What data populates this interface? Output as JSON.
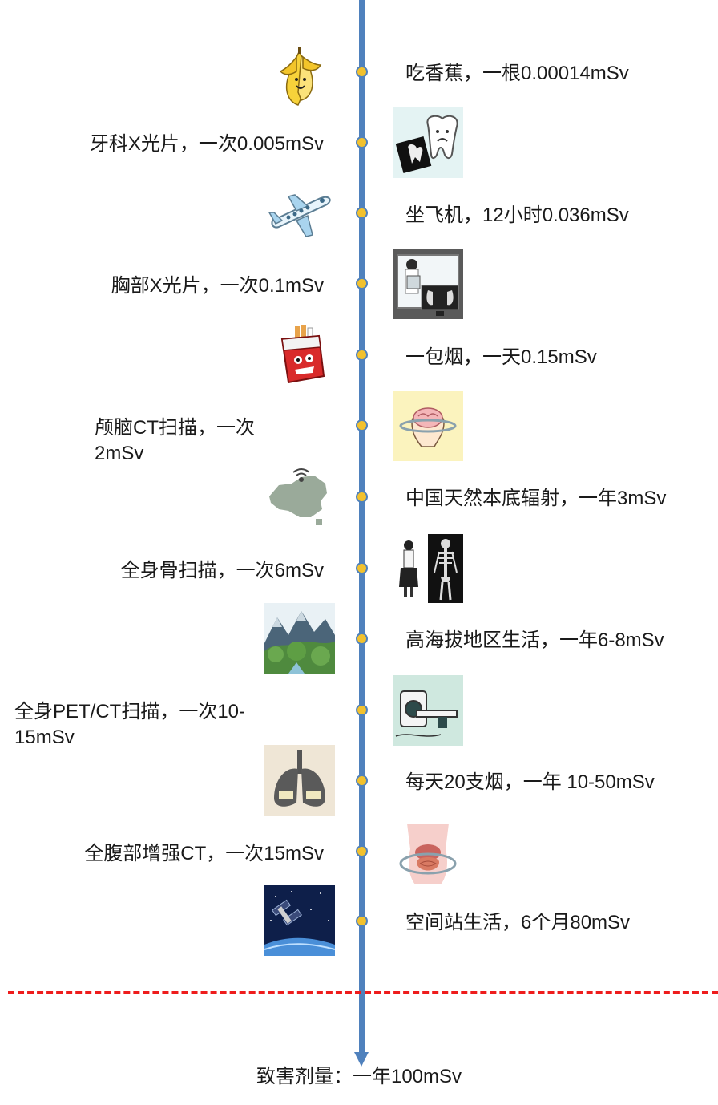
{
  "timeline": {
    "items": [
      {
        "label": "吃香蕉，一根0.00014mSv",
        "icon": "banana-icon"
      },
      {
        "label": "牙科X光片，一次0.005mSv",
        "icon": "tooth-xray-icon"
      },
      {
        "label": "坐飞机，12小时0.036mSv",
        "icon": "airplane-icon"
      },
      {
        "label": "胸部X光片，一次0.1mSv",
        "icon": "chest-xray-icon"
      },
      {
        "label": "一包烟，一天0.15mSv",
        "icon": "cigarette-pack-icon"
      },
      {
        "label": "颅脑CT扫描，一次2mSv",
        "icon": "brain-scan-icon"
      },
      {
        "label": "中国天然本底辐射，一年3mSv",
        "icon": "china-map-icon"
      },
      {
        "label": "全身骨扫描，一次6mSv",
        "icon": "skeleton-icon"
      },
      {
        "label": "高海拔地区生活，一年6-8mSv",
        "icon": "mountain-icon"
      },
      {
        "label": "全身PET/CT扫描，一次10-15mSv",
        "icon": "ct-scanner-icon"
      },
      {
        "label": "每天20支烟，一年 10-50mSv",
        "icon": "lungs-icon"
      },
      {
        "label": "全腹部增强CT，一次15mSv",
        "icon": "abdomen-icon"
      },
      {
        "label": "空间站生活，6个月80mSv",
        "icon": "space-station-icon"
      }
    ]
  },
  "footer": {
    "lethal_dose": "致害剂量：一年100mSv"
  },
  "colors": {
    "axis": "#4f81bd",
    "dot": "#f2c12e",
    "threshold_line": "#ee1c1c"
  }
}
